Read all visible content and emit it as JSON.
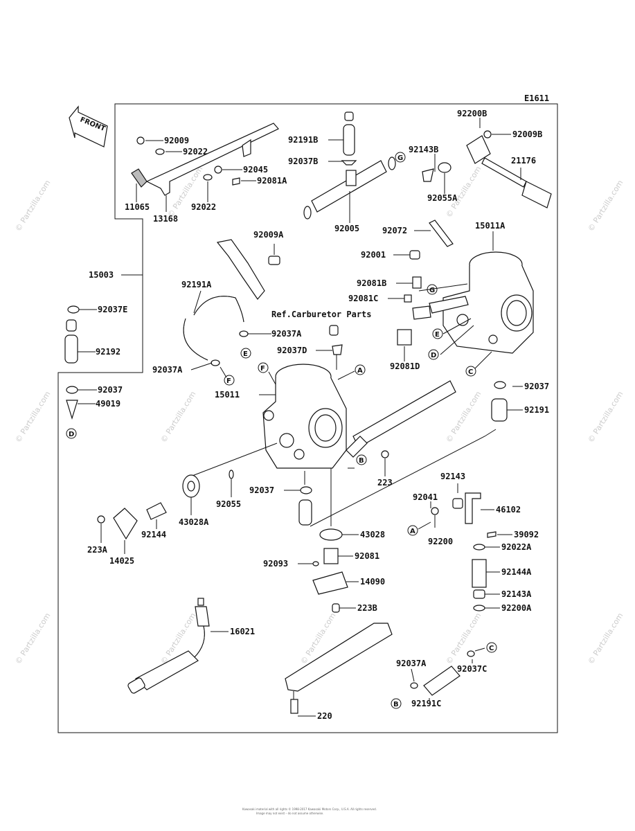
{
  "diagram_code": "E1611",
  "front_label": "FRONT",
  "ref_note": "Ref.Carburetor Parts",
  "watermark": "© Partzilla.com",
  "footer_line1": "Kawasaki material with all rights © 1998-2017 Kawasaki Motors Corp., U.S.A. All rights reserved.",
  "footer_line2": "Image may not exist – do not assume otherwise.",
  "part_labels": {
    "p92009": "92009",
    "p92022a": "92022",
    "p92045": "92045",
    "p92081A": "92081A",
    "p11065": "11065",
    "p92022b": "92022",
    "p13168": "13168",
    "p92191B": "92191B",
    "p92037B": "92037B",
    "p92005": "92005",
    "p92200B": "92200B",
    "p92009B": "92009B",
    "p92143B": "92143B",
    "p21176": "21176",
    "p92055A": "92055A",
    "p92072": "92072",
    "p15011A": "15011A",
    "p92009A": "92009A",
    "p15003": "15003",
    "p92191A": "92191A",
    "p92037E": "92037E",
    "p92001": "92001",
    "p92081B": "92081B",
    "p92081C": "92081C",
    "p92037A_1": "92037A",
    "p92037D": "92037D",
    "p92081D": "92081D",
    "p92192": "92192",
    "p92037A_2": "92037A",
    "p15011": "15011",
    "p92037_1": "92037",
    "p49019": "49019",
    "p92037_2": "92037",
    "p92191": "92191",
    "p223": "223",
    "p92143": "92143",
    "p92041": "92041",
    "p46102": "46102",
    "p92037_3": "92037",
    "p92055": "92055",
    "p43028A": "43028A",
    "p92200": "92200",
    "p39092": "39092",
    "p43028": "43028",
    "p92022A": "92022A",
    "p223A": "223A",
    "p92144": "92144",
    "p14025": "14025",
    "p92093": "92093",
    "p92081": "92081",
    "p92144A": "92144A",
    "p14090": "14090",
    "p92143A": "92143A",
    "p223B": "223B",
    "p92200A": "92200A",
    "p16021": "16021",
    "p92037A_3": "92037A",
    "p92037C": "92037C",
    "p92191C": "92191C",
    "p220": "220"
  },
  "callouts": {
    "G1": "G",
    "G2": "G",
    "E1": "E",
    "E2": "E",
    "D1": "D",
    "D2": "D",
    "C1": "C",
    "C2": "C",
    "F1": "F",
    "F2": "F",
    "A1": "A",
    "A2": "A",
    "B1": "B",
    "B2": "B"
  }
}
